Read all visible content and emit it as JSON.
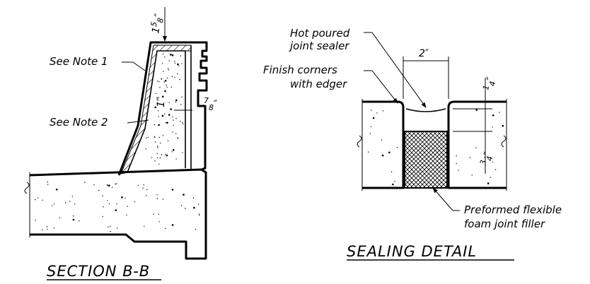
{
  "section": {
    "title": "SECTION B-B",
    "note1": "See Note 1",
    "note2": "See Note 2",
    "dim_top": "1",
    "dim_top_frac": "5",
    "dim_top_den": "8",
    "dim_right_num": "7",
    "dim_right_den": "8",
    "dim_inner": "1″"
  },
  "sealing": {
    "title": "SEALING DETAIL",
    "sealer_label_1": "Hot poured",
    "sealer_label_2": "joint sealer",
    "corners_label_1": "Finish corners",
    "corners_label_2": "with edger",
    "filler_label_1": "Preformed flexible",
    "filler_label_2": "foam joint filler",
    "dim_width": "2″",
    "dim_quarter": "1",
    "dim_quarter_den": "4",
    "dim_three_quarter": "3",
    "dim_three_quarter_den": "4"
  }
}
